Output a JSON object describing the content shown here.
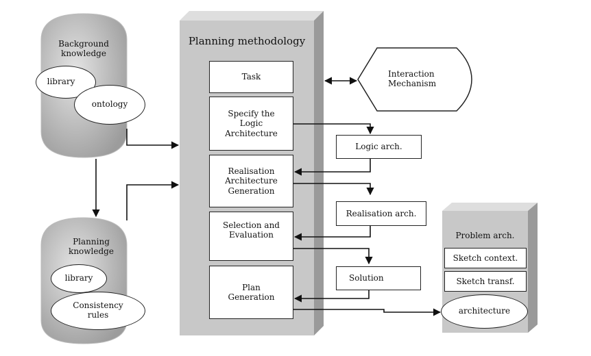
{
  "colors": {
    "panel": "#c8c8c8",
    "panel_dark": "#9a9a9a",
    "panel_light": "#dedede",
    "stroke": "#222222"
  },
  "diagram": {
    "methodology": {
      "title": "Planning methodology",
      "steps": [
        "Task",
        "Specify the Logic Architecture",
        "Realisation Architecture Generation",
        "Selection and Evaluation",
        "Plan Generation"
      ]
    },
    "interaction": "Interaction Mechanism",
    "outputs": {
      "logic": "Logic arch.",
      "realisation": "Realisation arch.",
      "solution": "Solution"
    },
    "background": {
      "title": "Background knowledge",
      "library": "library",
      "ontology": "ontology"
    },
    "planning_knowledge": {
      "title": "Planning knowledge",
      "library": "library",
      "rules": "Consistency rules"
    },
    "problem": {
      "title": "Problem arch.",
      "context": "Sketch context.",
      "transf": "Sketch transf.",
      "architecture": "architecture"
    }
  }
}
